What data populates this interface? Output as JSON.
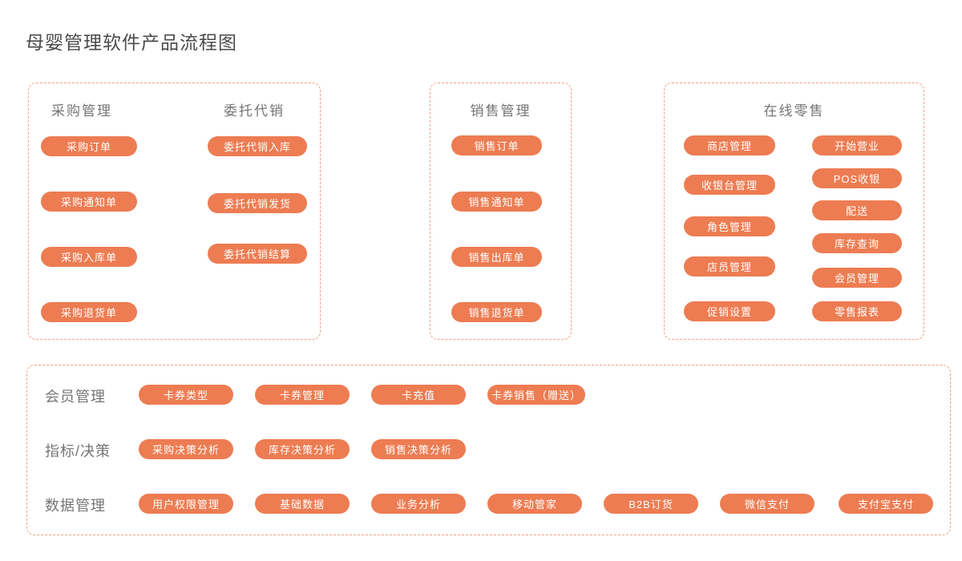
{
  "title": "母婴管理软件产品流程图",
  "colors": {
    "node_fill": "#ed7c52",
    "node_text": "#ffffff",
    "panel_border": "#f3a184",
    "header_text": "#757575",
    "title_text": "#4b4b4b"
  },
  "panel_purchase": {
    "header_left": "采购管理",
    "header_right": "委托代销",
    "left_items": [
      "采购订单",
      "采购通知单",
      "采购入库单",
      "采购退货单"
    ],
    "right_items": [
      "委托代销入库",
      "委托代销发货",
      "委托代销结算"
    ]
  },
  "panel_sales": {
    "header": "销售管理",
    "items": [
      "销售订单",
      "销售通知单",
      "销售出库单",
      "销售退货单"
    ]
  },
  "panel_retail": {
    "header": "在线零售",
    "left_items": [
      "商店管理",
      "收银台管理",
      "角色管理",
      "店员管理",
      "促销设置"
    ],
    "right_items": [
      "开始营业",
      "POS收银",
      "配送",
      "库存查询",
      "会员管理",
      "零售报表"
    ]
  },
  "panel_bottom": {
    "rows": [
      {
        "label": "会员管理",
        "items": [
          "卡券类型",
          "卡券管理",
          "卡充值",
          "卡券销售（赠送）"
        ]
      },
      {
        "label": "指标/决策",
        "items": [
          "采购决策分析",
          "库存决策分析",
          "销售决策分析"
        ]
      },
      {
        "label": "数据管理",
        "items": [
          "用户权限管理",
          "基础数据",
          "业务分析",
          "移动管家",
          "B2B订货",
          "微信支付",
          "支付宝支付"
        ]
      }
    ]
  }
}
